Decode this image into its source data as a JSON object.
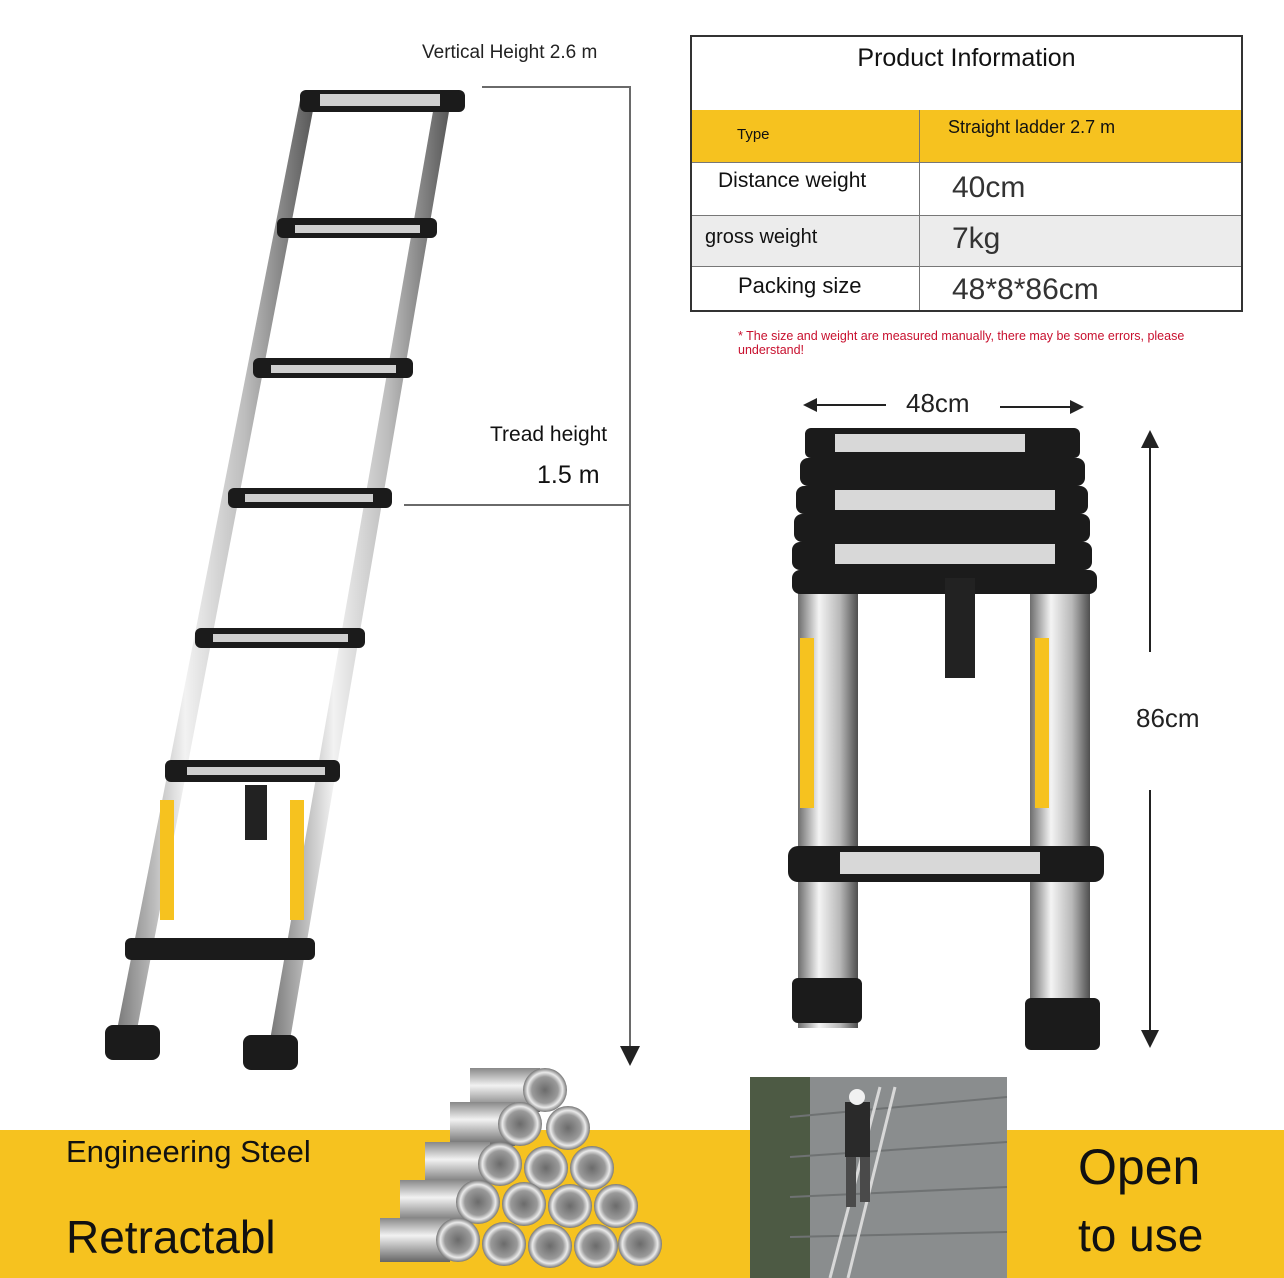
{
  "left_ladder": {
    "vertical_height_label": "Vertical Height 2.6 m",
    "tread_height_label": "Tread height",
    "tread_height_value": "1.5 m"
  },
  "product_info": {
    "title": "Product Information",
    "rows": [
      {
        "label": "Type",
        "value": "Straight ladder 2.7 m"
      },
      {
        "label": "Distance weight",
        "value": "40cm"
      },
      {
        "label": "gross weight",
        "value": "7kg"
      },
      {
        "label": "Packing size",
        "value": "48*8*86cm"
      }
    ],
    "note": "* The size and weight are measured manually, there may be some errors, please understand!"
  },
  "folded_ladder": {
    "width_label": "48cm",
    "height_label": "86cm"
  },
  "banner": {
    "line1": "Engineering Steel",
    "line2": "Retractabl",
    "right_line1": "Open",
    "right_line2": "to use"
  },
  "colors": {
    "accent_yellow": "#f6c21f",
    "note_red": "#c8102e",
    "gray_row": "#ececec"
  }
}
